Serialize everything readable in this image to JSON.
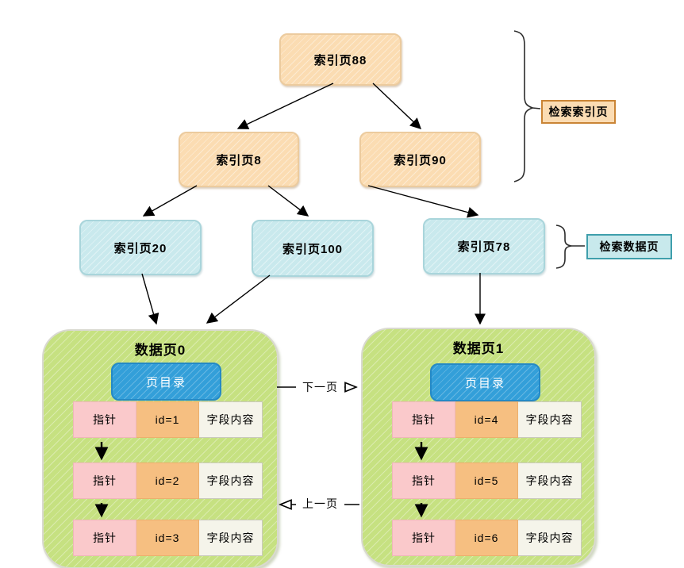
{
  "index_nodes": [
    {
      "label": "索引页88"
    },
    {
      "label": "索引页8"
    },
    {
      "label": "索引页90"
    },
    {
      "label": "索引页20"
    },
    {
      "label": "索引页100"
    },
    {
      "label": "索引页78"
    }
  ],
  "annotations": {
    "index_search": "检索索引页",
    "data_search": "检索数据页"
  },
  "page_links": {
    "next": "下一页",
    "prev": "上一页"
  },
  "data_pages": [
    {
      "title": "数据页0",
      "directory_label": "页目录",
      "rows": [
        {
          "pointer": "指针",
          "id": "id=1",
          "content": "字段内容"
        },
        {
          "pointer": "指针",
          "id": "id=2",
          "content": "字段内容"
        },
        {
          "pointer": "指针",
          "id": "id=3",
          "content": "字段内容"
        }
      ]
    },
    {
      "title": "数据页1",
      "directory_label": "页目录",
      "rows": [
        {
          "pointer": "指针",
          "id": "id=4",
          "content": "字段内容"
        },
        {
          "pointer": "指针",
          "id": "id=5",
          "content": "字段内容"
        },
        {
          "pointer": "指针",
          "id": "id=6",
          "content": "字段内容"
        }
      ]
    }
  ],
  "colors": {
    "index_node_fill": "#fbdcb2",
    "index_node_border": "#eccb9e",
    "leaf_index_fill": "#c9e9ed",
    "leaf_index_border": "#a9d5db",
    "data_page_fill": "#c6e181",
    "directory_fill": "#339fd9",
    "pointer_cell_fill": "#fac9cb",
    "id_cell_fill": "#f6bf81",
    "content_cell_fill": "#f5f4ea",
    "index_label_border": "#ca8536",
    "data_label_border": "#3f9fac",
    "arrow": "#000000"
  }
}
